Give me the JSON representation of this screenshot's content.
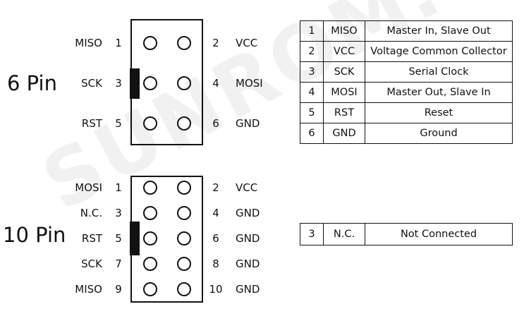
{
  "watermark": "SUNROM.COM",
  "six_pin": {
    "title": "6 Pin",
    "left": [
      {
        "name": "MISO",
        "num": "1"
      },
      {
        "name": "SCK",
        "num": "3"
      },
      {
        "name": "RST",
        "num": "5"
      }
    ],
    "right": [
      {
        "num": "2",
        "name": "VCC"
      },
      {
        "num": "4",
        "name": "MOSI"
      },
      {
        "num": "6",
        "name": "GND"
      }
    ]
  },
  "ten_pin": {
    "title": "10 Pin",
    "left": [
      {
        "name": "MOSI",
        "num": "1"
      },
      {
        "name": "N.C.",
        "num": "3"
      },
      {
        "name": "RST",
        "num": "5"
      },
      {
        "name": "SCK",
        "num": "7"
      },
      {
        "name": "MISO",
        "num": "9"
      }
    ],
    "right": [
      {
        "num": "2",
        "name": "VCC"
      },
      {
        "num": "4",
        "name": "GND"
      },
      {
        "num": "6",
        "name": "GND"
      },
      {
        "num": "8",
        "name": "GND"
      },
      {
        "num": "10",
        "name": "GND"
      }
    ]
  },
  "table": [
    [
      "1",
      "MISO",
      "Master In, Slave Out"
    ],
    [
      "2",
      "VCC",
      "Voltage Common Collector"
    ],
    [
      "3",
      "SCK",
      "Serial Clock"
    ],
    [
      "4",
      "MOSI",
      "Master Out, Slave In"
    ],
    [
      "5",
      "RST",
      "Reset"
    ],
    [
      "6",
      "GND",
      "Ground"
    ]
  ],
  "table2": [
    [
      "3",
      "N.C.",
      "Not Connected"
    ]
  ]
}
